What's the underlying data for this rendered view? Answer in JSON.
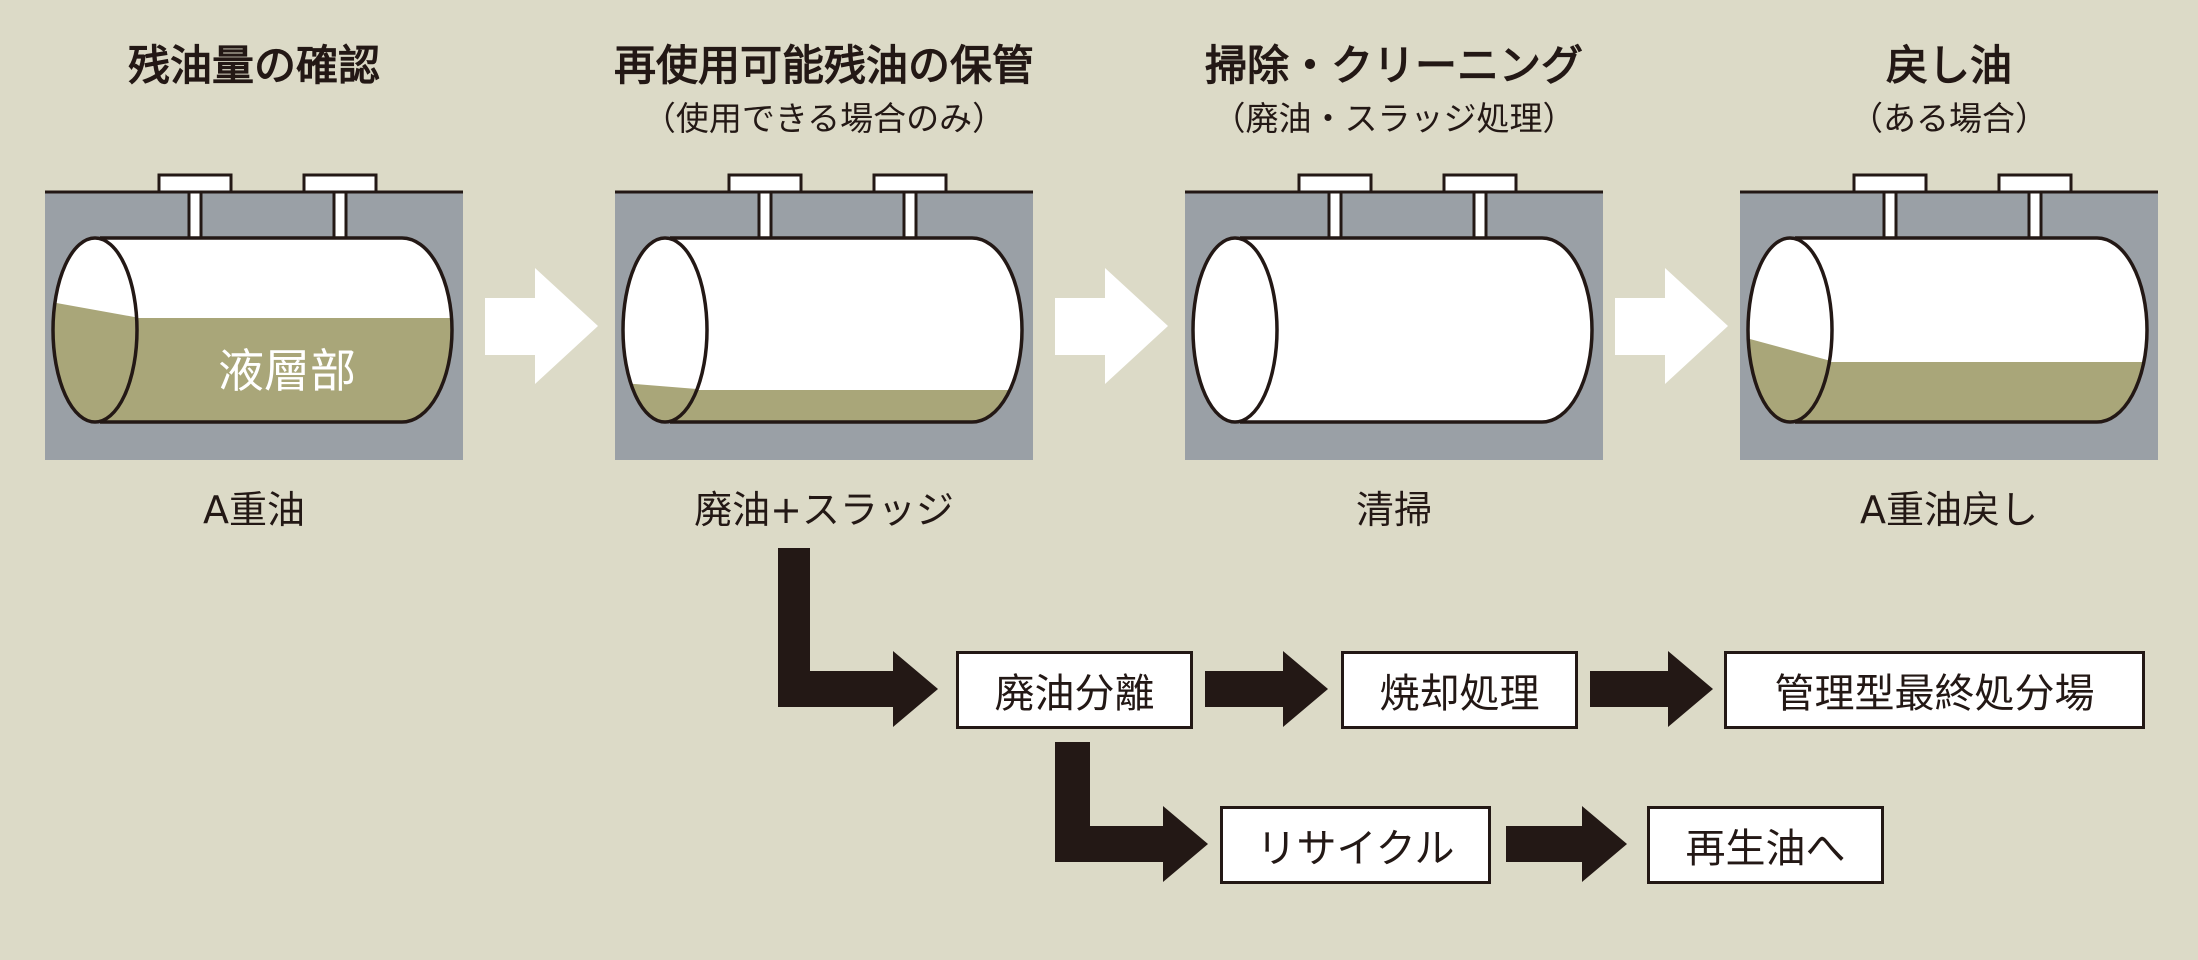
{
  "colors": {
    "background": "#dcdac7",
    "ground": "#9aa0a6",
    "oil": "#a9a679",
    "outline": "#231815",
    "flow_arrow_light": "#ffffff",
    "flow_arrow_dark": "#231815"
  },
  "stages": [
    {
      "title": "残油量の確認",
      "subtitle": "",
      "tank_label": "A重油",
      "layer_label": "液層部",
      "oil_level": "high"
    },
    {
      "title": "再使用可能残油の保管",
      "subtitle": "（使用できる場合のみ）",
      "tank_label": "廃油+スラッジ",
      "oil_level": "low"
    },
    {
      "title": "掃除・クリーニング",
      "subtitle": "（廃油・スラッジ処理）",
      "tank_label": "清掃",
      "oil_level": "empty"
    },
    {
      "title": "戻し油",
      "subtitle": "（ある場合）",
      "tank_label": "A重油戻し",
      "oil_level": "medium"
    }
  ],
  "processes": {
    "separation": "廃油分離",
    "incineration": "焼却処理",
    "landfill": "管理型最終処分場",
    "recycle": "リサイクル",
    "reclaimed_oil": "再生油へ"
  }
}
